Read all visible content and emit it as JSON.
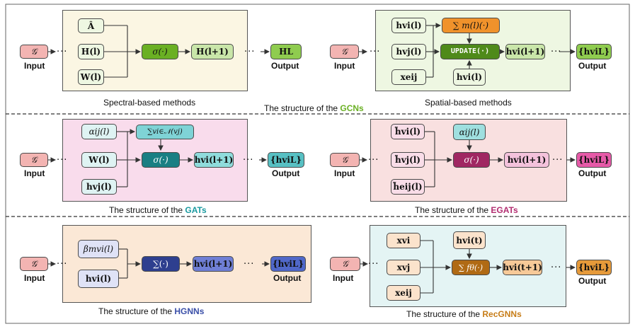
{
  "colors": {
    "gcn": "#6ab023",
    "gat": "#1a9aa0",
    "egat": "#b22d70",
    "hgnn": "#3a4fa8",
    "recgnn": "#c77d18",
    "input_fill": "#f3b4b2"
  },
  "common": {
    "input": "Input",
    "output": "Output",
    "dots": "···"
  },
  "gcn_spectral": {
    "caption": "Spectral-based methods",
    "a_hat": "Â",
    "h_l": "H(l)",
    "w_l": "W(l)",
    "sigma": "σ(·)",
    "h_next": "H(l+1)",
    "h_final": "HL",
    "input": "𝒢"
  },
  "gcn_spatial": {
    "caption": "Spatial-based methods",
    "hvi": "hvi(l)",
    "hvj": "hvj(l)",
    "xeij": "xeij",
    "agg": "∑ m(l)(·)",
    "update": "UPDATE(·)",
    "h_next": "hvi(l+1)",
    "hvi2": "hvi(l)",
    "final": "{hviL}",
    "input": "𝒢"
  },
  "gcn_title": {
    "prefix": "The structure of the ",
    "name": "GCNs"
  },
  "gat": {
    "alpha": "αij(l)",
    "w": "W(l)",
    "hvj": "hvj(l)",
    "sum": "∑vi∈𝒩(vj)",
    "sigma": "σ(·)",
    "h_next": "hvi(l+1)",
    "final": "{hviL}",
    "title_prefix": "The structure of the ",
    "title_name": "GATs",
    "input": "𝒢"
  },
  "egat": {
    "hvi": "h̃vi(l)",
    "hvj": "h̃vj(l)",
    "heij": "h̃eij(l)",
    "alpha": "αij(l)",
    "sigma": "σ(·)",
    "h_next": "hvi(l+1)",
    "final": "{hviL}",
    "title_prefix": "The structure of the ",
    "title_name": "EGATs",
    "input": "𝒢"
  },
  "hgnn": {
    "beta": "βmvi(l)",
    "hvi": "hvi(l)",
    "sum": "∑(·)",
    "h_next": "hvi(l+1)",
    "final": "{hviL}",
    "title_prefix": "The structure of the ",
    "title_name": "HGNNs",
    "input": "𝒢"
  },
  "recgnn": {
    "xvi": "xvi",
    "xvj": "xvj",
    "xeij": "xeij",
    "hvi_t": "hvi(t)",
    "sum": "∑ fθ(·)",
    "h_next": "hvi(t+1)",
    "final": "{hviL}",
    "title_prefix": "The structure of the ",
    "title_name": "RecGNNs",
    "input": "𝒢"
  }
}
